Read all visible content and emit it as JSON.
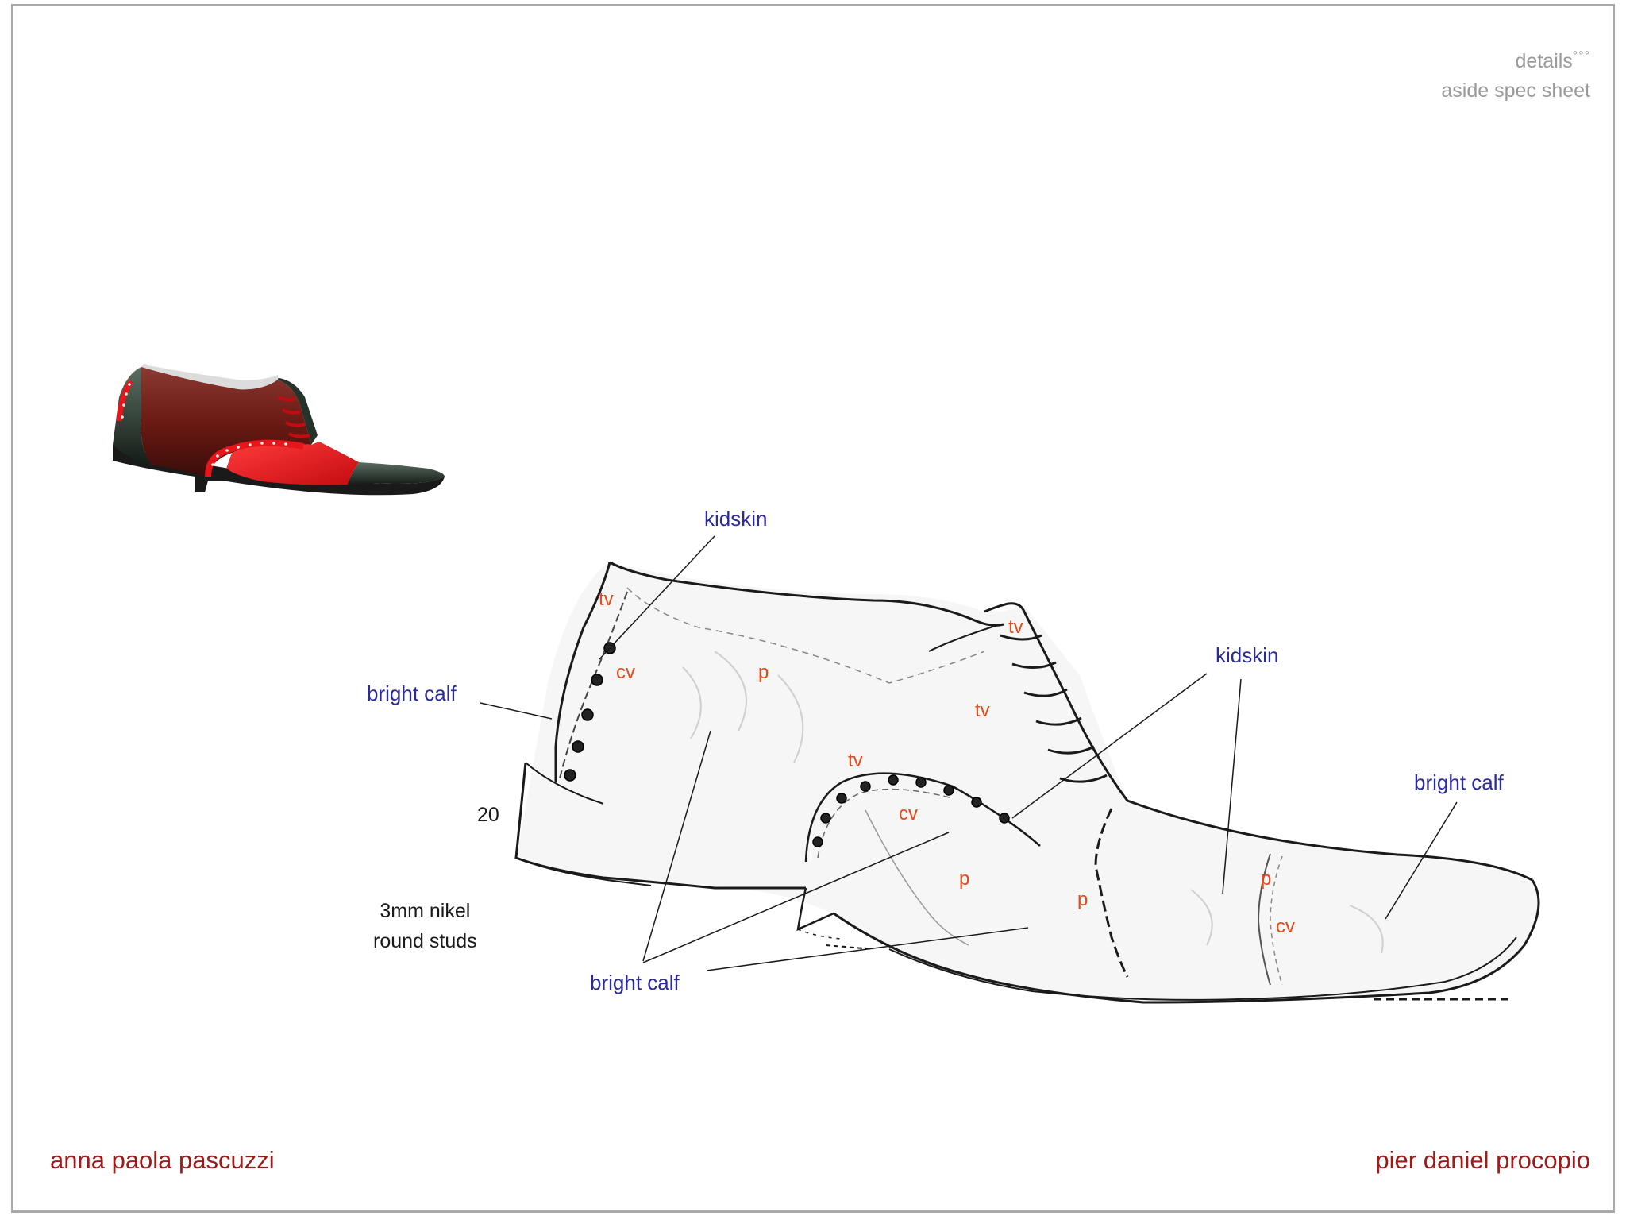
{
  "header": {
    "title": "details",
    "title_suffix": "°°°",
    "subtitle": "aside spec sheet"
  },
  "callouts": {
    "kidskin_top": "kidskin",
    "kidskin_right": "kidskin",
    "bright_calf_left": "bright calf",
    "bright_calf_right": "bright calf",
    "bright_calf_bottom": "bright calf"
  },
  "stitch_codes": {
    "tv_heel": "tv",
    "cv_heel": "cv",
    "p_topline": "p",
    "tv_collar": "tv",
    "tv_eyestay": "tv",
    "tv_saddle": "tv",
    "cv_saddle": "cv",
    "p_saddle": "p",
    "p_vamp": "p",
    "p_toe": "p",
    "cv_toe": "cv"
  },
  "notes": {
    "heel_height": "20",
    "studs_line1": "3mm nikel",
    "studs_line2": "round studs"
  },
  "authors": {
    "left": "anna paola pascuzzi",
    "right": "pier daniel procopio"
  },
  "colors": {
    "material_label": "#2a2a9a",
    "stitch_code": "#e64a19",
    "author": "#9b1b1b",
    "frame": "#a9a9a9",
    "preview_leather": "#6b1a14",
    "preview_accent": "#e8151a",
    "preview_dark": "#1f2e26"
  }
}
